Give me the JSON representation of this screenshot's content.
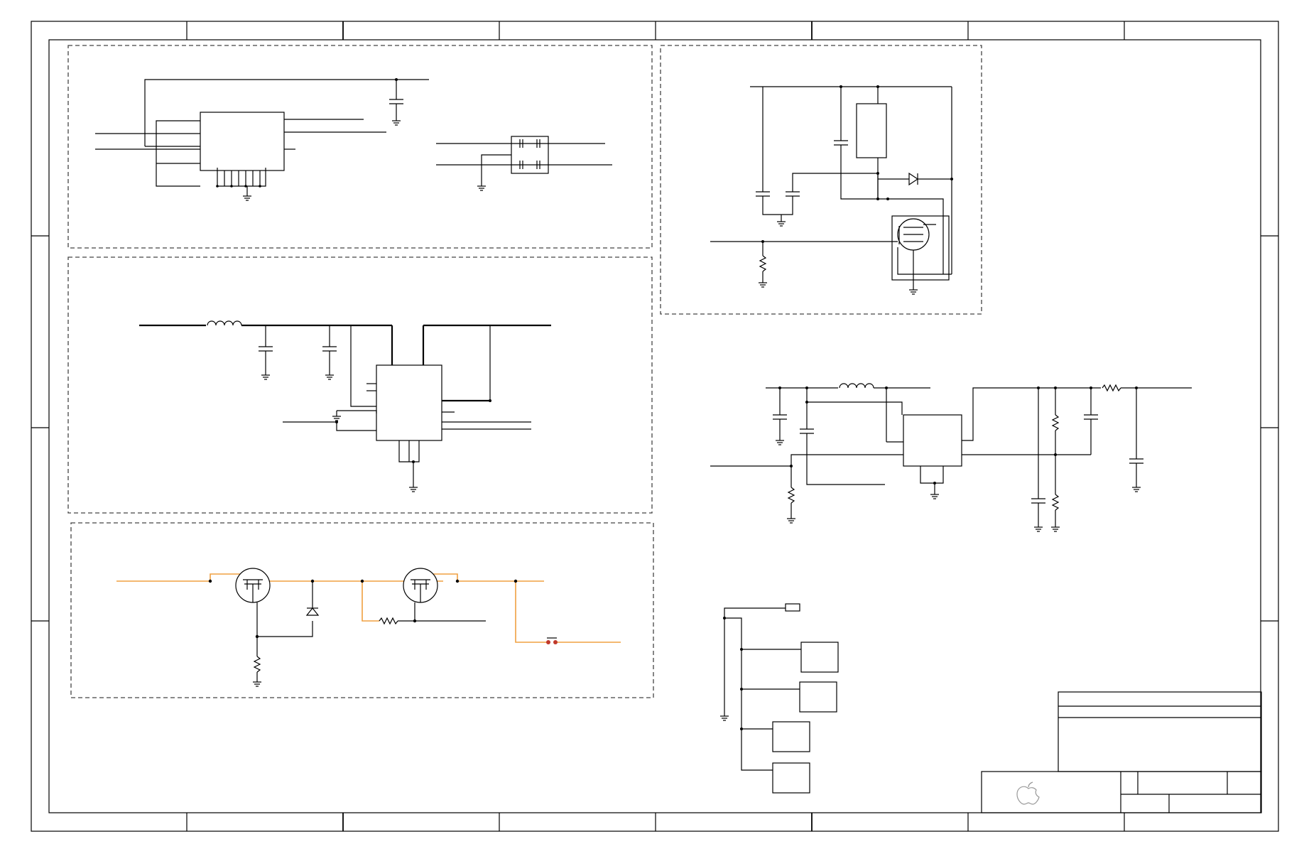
{
  "sheet": {
    "background": "#ffffff",
    "line_color": "#000000",
    "dashed_border_color": "#444444",
    "highlight_net_color": "#f0a040",
    "test_point_color": "#c0392b",
    "logo_icon": "apple-logo-icon"
  },
  "blocks": [
    {
      "id": "block-ic-top-left"
    },
    {
      "id": "block-regulator-mid-left"
    },
    {
      "id": "block-mosfet-switch-bottom-left"
    },
    {
      "id": "block-mosfet-top-right"
    },
    {
      "id": "block-converter-right"
    },
    {
      "id": "block-ground-tree"
    }
  ]
}
